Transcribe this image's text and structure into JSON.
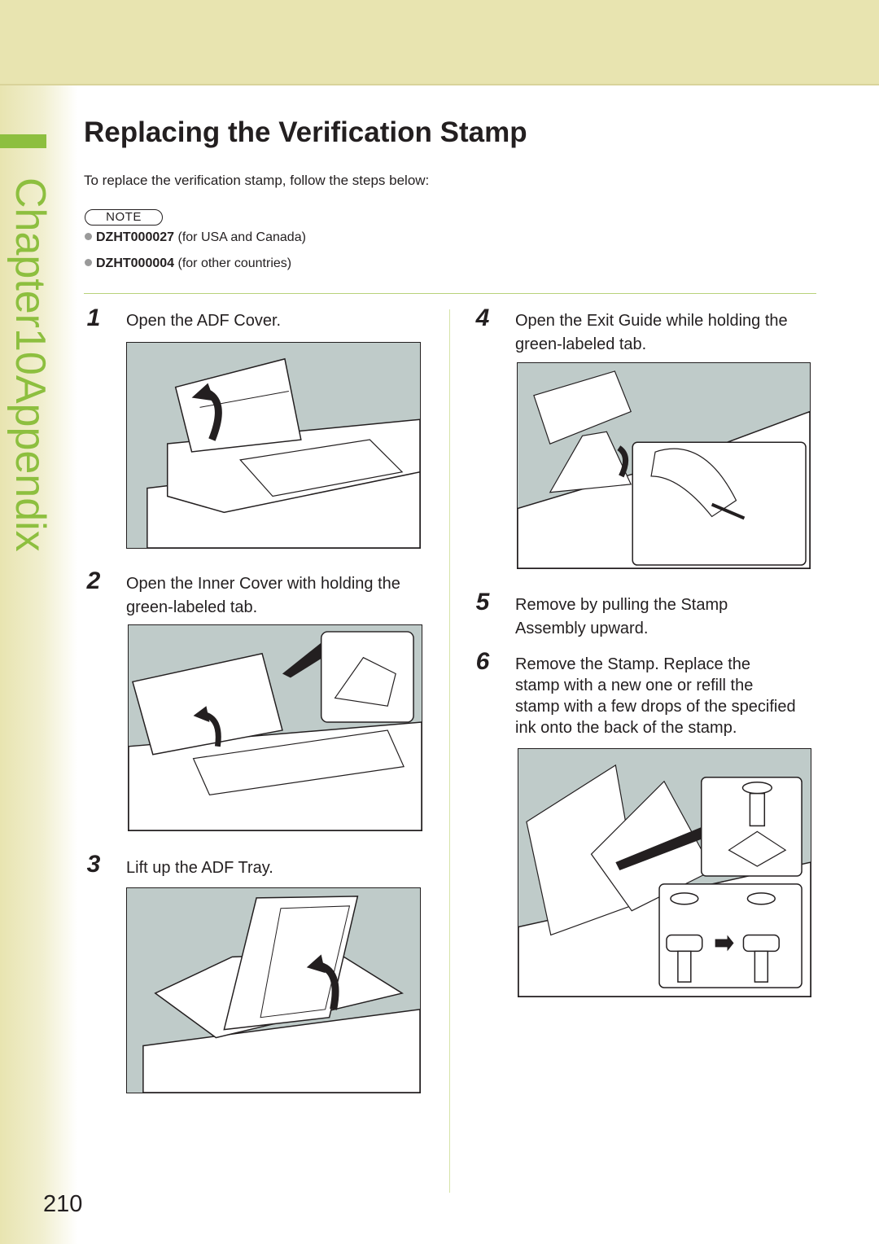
{
  "chapter": {
    "label": "Chapter",
    "number": "10",
    "title": "Appendix"
  },
  "page": {
    "title": "Replacing the Verification Stamp",
    "intro": "To replace the verification stamp, follow the steps below:",
    "number": "210"
  },
  "note": {
    "badge": "NOTE",
    "items": [
      {
        "code": "DZHT000027",
        "text": " (for USA and Canada)"
      },
      {
        "code": "DZHT000004",
        "text": " (for other countries)"
      }
    ]
  },
  "steps": [
    {
      "num": "1",
      "lines": [
        "Open the ADF Cover."
      ]
    },
    {
      "num": "2",
      "lines": [
        "Open the Inner Cover with holding the",
        "green-labeled tab."
      ]
    },
    {
      "num": "3",
      "lines": [
        "Lift up the ADF Tray."
      ]
    },
    {
      "num": "4",
      "lines": [
        "Open the Exit Guide while holding the",
        "green-labeled tab."
      ]
    },
    {
      "num": "5",
      "lines": [
        "Remove by pulling the Stamp",
        "Assembly upward."
      ]
    },
    {
      "num": "6",
      "lines": [
        "Remove the Stamp. Replace the",
        "stamp with a new one or refill the",
        "stamp with a few drops of the specified",
        "ink onto the back of the stamp."
      ]
    }
  ],
  "colors": {
    "accent": "#8dbf3f",
    "header_band": "#e8e4b0",
    "illustration_bg": "#bfcbc9"
  }
}
